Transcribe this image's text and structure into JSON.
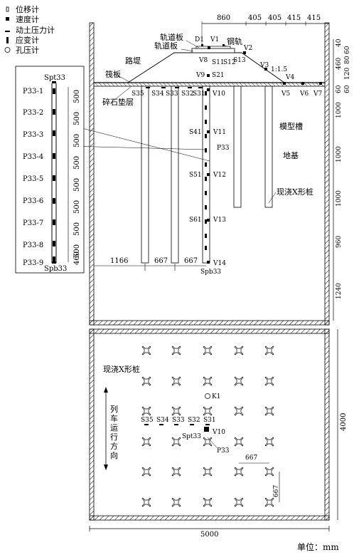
{
  "legend": {
    "items": [
      {
        "icon": "displacement-meter-icon",
        "label": "位移计"
      },
      {
        "icon": "velocity-meter-icon",
        "label": "速度计"
      },
      {
        "icon": "dynamic-earth-pressure-icon",
        "label": "动土压力计"
      },
      {
        "icon": "strain-gauge-icon",
        "label": "应变计"
      },
      {
        "icon": "pore-pressure-icon",
        "label": "孔压计"
      }
    ]
  },
  "top_dims": [
    "860",
    "405",
    "405",
    "415",
    "415"
  ],
  "right_dims": [
    "40",
    "60",
    "460",
    "80",
    "120",
    "60",
    "60",
    "1000",
    "1000",
    "1000",
    "960",
    "1240"
  ],
  "section_labels": {
    "rail_pad1": "轨道板",
    "rail_pad2": "轨道板",
    "rail": "钢轨",
    "embankment": "路堤",
    "raft": "筏板",
    "gravel": "碎石垫层",
    "tank": "模型槽",
    "ground": "地基",
    "pile": "现浇X形桩",
    "slope": "1:1.5"
  },
  "sensors": {
    "d1": "D1",
    "v1": "V1",
    "v2": "V2",
    "v3": "V3",
    "v4": "V4",
    "v5": "V5",
    "v6": "V6",
    "v7": "V7",
    "v8": "V8",
    "v9": "V9",
    "v10": "V10",
    "v11": "V11",
    "v12": "V12",
    "v13": "V13",
    "v14": "V14",
    "s11": "S11",
    "s12": "S12",
    "s13": "S13",
    "s21": "S21",
    "s31": "S31",
    "s32": "S32",
    "s33": "S33",
    "s34": "S34",
    "s35": "S35",
    "s41": "S41",
    "s51": "S51",
    "s61": "S61",
    "p33": "P33",
    "spb33": "Spb33",
    "spt33": "Spt33"
  },
  "pile_detail": {
    "top": "Spt33",
    "bottom": "Spb33",
    "labels": [
      "P33-1",
      "P33-2",
      "P33-3",
      "P33-4",
      "P33-5",
      "P33-6",
      "P33-7",
      "P33-8",
      "P33-9"
    ],
    "dims": [
      "500",
      "500",
      "500",
      "500",
      "500",
      "500",
      "500",
      "500",
      "460"
    ]
  },
  "bottom_dims": [
    "1166",
    "667",
    "667"
  ],
  "plan": {
    "pile_label": "现浇X形桩",
    "k1": "K1",
    "direction": "列车运行方向",
    "sensors": [
      "S35",
      "S34",
      "S33",
      "S32",
      "S31"
    ],
    "spt33": "Spt33",
    "v10": "V10",
    "p33": "P33",
    "dim_h": "667",
    "dim_v": "667",
    "width": "5000",
    "depth": "4000"
  },
  "unit": "单位：mm"
}
